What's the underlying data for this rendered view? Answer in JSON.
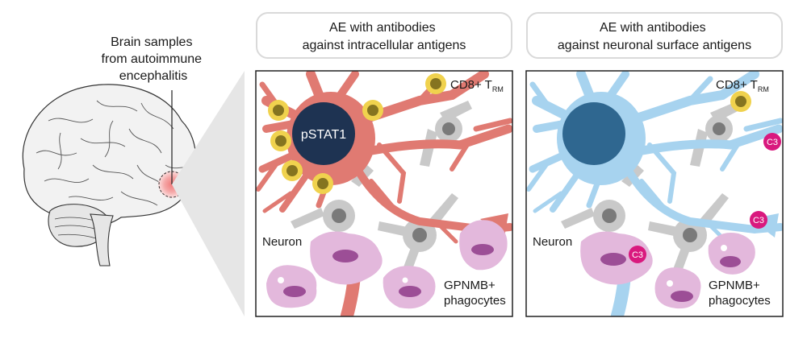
{
  "brain": {
    "caption_lines": [
      "Brain samples",
      "from autoimmune",
      "encephalitis"
    ]
  },
  "panels": [
    {
      "header_lines": [
        "AE with antibodies",
        "against intracellular antigens"
      ],
      "nucleus_label": "pSTAT1",
      "trm_label": "CD8+ T",
      "trm_subscript": "RM",
      "neuron_label": "Neuron",
      "phagocyte_lines": [
        "GPNMB+",
        "phagocytes"
      ],
      "neuron_color": "#e07a72",
      "nucleus_color": "#1e3352"
    },
    {
      "header_lines": [
        "AE with antibodies",
        "against neuronal surface antigens"
      ],
      "trm_label": "CD8+ T",
      "trm_subscript": "RM",
      "neuron_label": "Neuron",
      "phagocyte_lines": [
        "GPNMB+",
        "phagocytes"
      ],
      "complement_label": "C3",
      "neuron_color": "#a7d3ef",
      "nucleus_color": "#2f6790",
      "complement_color": "#d9197e"
    }
  ],
  "colors": {
    "tcell_outer": "#f0d24e",
    "tcell_inner": "#857420",
    "glia": "#c9c9c9",
    "glia_nucleus": "#7a7a7a",
    "phagocyte": "#e3b8dc",
    "phagocyte_nucleus": "#9c4e96",
    "header_border": "#d9d9d9",
    "cone": "#e6e6e6"
  }
}
